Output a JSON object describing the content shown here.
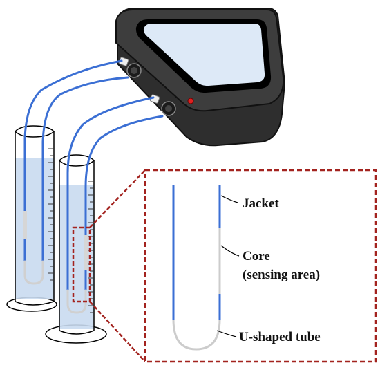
{
  "labels": {
    "jacket": "Jacket",
    "core_line1": "Core",
    "core_line2": "(sensing area)",
    "u_tube": "U-shaped tube"
  },
  "colors": {
    "device_body": "#3a3a3a",
    "screen": "#dde9f7",
    "fiber_jacket": "#3b6fd4",
    "fiber_core": "#c8c8c8",
    "liquid": "#c9daf0",
    "zoom_box": "#a3231f",
    "indicator_light": "#e02020"
  },
  "icons": [
    "optical-interrogator-device",
    "graduated-cylinder",
    "graduated-cylinder",
    "u-shaped-fiber-sensor"
  ]
}
